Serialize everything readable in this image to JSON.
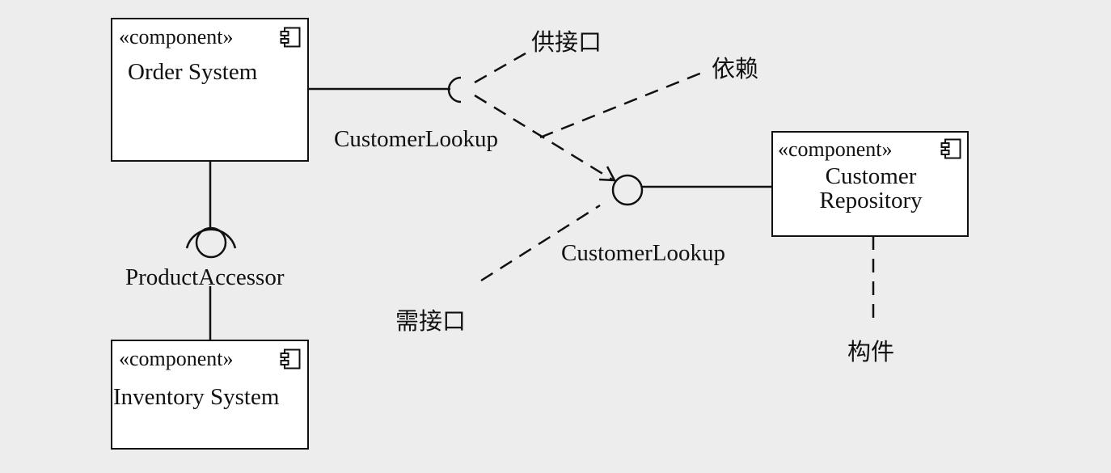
{
  "diagram": {
    "components": {
      "order_system": {
        "stereotype": "«component»",
        "name": "Order System"
      },
      "inventory_system": {
        "stereotype": "«component»",
        "name": "Inventory System"
      },
      "customer_repository": {
        "stereotype": "«component»",
        "name_line1": "Customer",
        "name_line2": "Repository"
      }
    },
    "interfaces": {
      "product_accessor": "ProductAccessor",
      "customer_lookup_required": "CustomerLookup",
      "customer_lookup_provided": "CustomerLookup"
    },
    "annotations": {
      "provided_interface": "供接口",
      "dependency": "依赖",
      "required_interface": "需接口",
      "component": "构件"
    },
    "icons": [
      "component-icon"
    ],
    "colors": {
      "background": "#ededed",
      "line": "#111111",
      "box_fill": "#ffffff"
    }
  }
}
